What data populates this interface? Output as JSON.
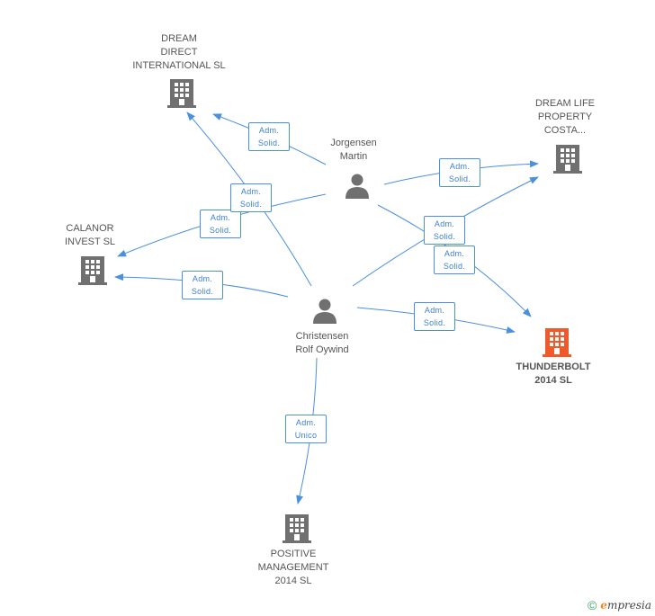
{
  "nodes": {
    "dream_direct": {
      "lines": [
        "DREAM",
        "DIRECT",
        "INTERNATIONAL SL"
      ],
      "type": "company"
    },
    "dream_life": {
      "lines": [
        "DREAM LIFE",
        "PROPERTY",
        "COSTA..."
      ],
      "type": "company"
    },
    "calanor": {
      "lines": [
        "CALANOR",
        "INVEST SL"
      ],
      "type": "company"
    },
    "thunderbolt": {
      "lines": [
        "THUNDERBOLT",
        "2014 SL"
      ],
      "type": "company-highlight"
    },
    "positive": {
      "lines": [
        "POSITIVE",
        "MANAGEMENT",
        "2014 SL"
      ],
      "type": "company"
    },
    "jorgensen": {
      "lines": [
        "Jorgensen",
        "Martin"
      ],
      "type": "person"
    },
    "christensen": {
      "lines": [
        "Christensen",
        "Rolf Oywind"
      ],
      "type": "person"
    }
  },
  "edges": [
    {
      "from": "jorgensen",
      "to": "dream_direct",
      "label": [
        "Adm.",
        "Solid."
      ]
    },
    {
      "from": "jorgensen",
      "to": "dream_life",
      "label": [
        "Adm.",
        "Solid."
      ]
    },
    {
      "from": "jorgensen",
      "to": "calanor",
      "label": [
        "Adm.",
        "Solid."
      ]
    },
    {
      "from": "jorgensen",
      "to": "thunderbolt",
      "label": [
        "Adm.",
        "Solid."
      ]
    },
    {
      "from": "christensen",
      "to": "dream_direct",
      "label": [
        "Adm.",
        "Solid."
      ]
    },
    {
      "from": "christensen",
      "to": "dream_life",
      "label": [
        "Adm.",
        "Solid."
      ]
    },
    {
      "from": "christensen",
      "to": "calanor",
      "label": [
        "Adm.",
        "Solid."
      ]
    },
    {
      "from": "christensen",
      "to": "thunderbolt",
      "label": [
        "Adm.",
        "Solid."
      ]
    },
    {
      "from": "christensen",
      "to": "positive",
      "label": [
        "Adm.",
        "Unico"
      ]
    }
  ],
  "colors": {
    "edge": "#4a8fe0",
    "building": "#707070",
    "building_highlight": "#f05a2b",
    "person": "#707070"
  },
  "footer": {
    "copyright": "©",
    "brand_initial": "e",
    "brand_rest": "mpresia"
  }
}
